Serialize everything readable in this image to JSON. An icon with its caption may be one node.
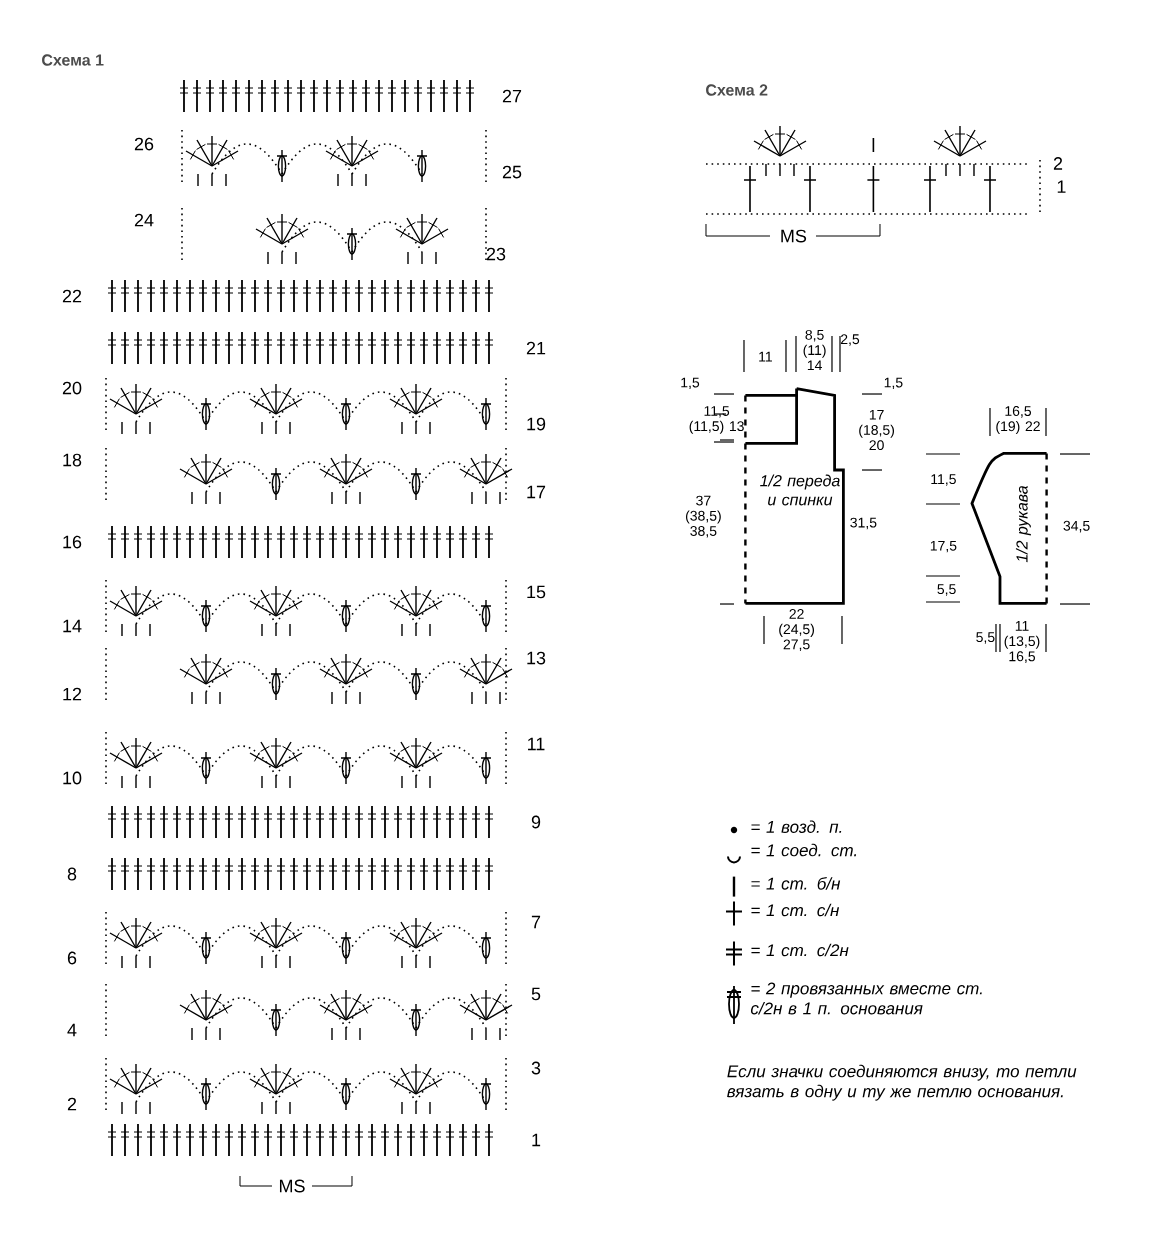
{
  "diagram": {
    "nodes": [
      {
        "text": [
          "1/2 переда и спинки"
        ]
      },
      {
        "text": [
          "1/2 рукава"
        ]
      }
    ],
    "labels": [
      "Схема 1",
      "27",
      "26",
      "25",
      "24",
      "23",
      "22",
      "21",
      "20",
      "19",
      "18",
      "17",
      "16",
      "15",
      "14",
      "13",
      "12",
      "11",
      "10",
      "9",
      "8",
      "7",
      "6",
      "5",
      "4",
      "3",
      "2",
      "1",
      "MS",
      "Схема 2",
      "2",
      "1",
      "MS",
      "11",
      "8,5 (11) 14",
      "2,5",
      "1,5",
      "11,5 (11,5) 13",
      "1,5",
      "17 (18,5) 20",
      "37 (38,5) 38,5",
      "31,5",
      "22 (24,5) 27,5",
      "16,5 (19) 22",
      "11,5",
      "34,5",
      "17,5",
      "5,5",
      "5,5",
      "11 (13,5) 16,5",
      "Если значки соединяются внизу, то петли вязать в одну и ту же петлю основания."
    ],
    "legend": [
      {
        "text": "= 1 возд. п."
      },
      {
        "text": "= 1 соед. ст."
      },
      {
        "text": "= 1 ст. б/н"
      },
      {
        "text": "= 1 ст. с/н"
      },
      {
        "text": "= 1 ст. с/2н"
      },
      {
        "text": "= 2 провязанных вместе ст. с/2н в 1 п. основания"
      }
    ]
  }
}
